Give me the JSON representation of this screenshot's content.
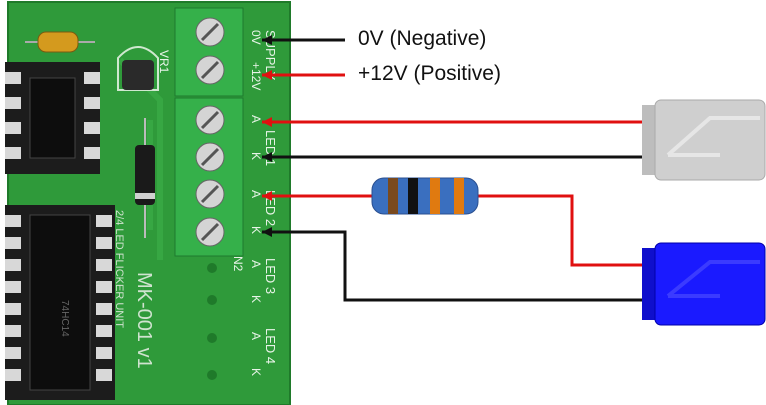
{
  "wiring_labels": {
    "negative": "0V (Negative)",
    "positive": "+12V (Positive)"
  },
  "board": {
    "model": "MK-001 v1",
    "title": "2/4 LED FLICKER UNIT",
    "vr_label": "VR1",
    "supply_label": "SUPPLY",
    "supply_pins": [
      "0V",
      "+12V"
    ],
    "led_blocks": [
      {
        "name": "LED 1",
        "pins": [
          "A",
          "K"
        ]
      },
      {
        "name": "LED 2",
        "pins": [
          "A",
          "K"
        ]
      },
      {
        "name": "LED 3",
        "pins": [
          "A",
          "K"
        ]
      },
      {
        "name": "LED 4",
        "pins": [
          "A",
          "K"
        ]
      }
    ],
    "jumper_label": "N2"
  },
  "leds": [
    {
      "name": "led-1",
      "color": "#cfcfcf"
    },
    {
      "name": "led-2",
      "color": "#1a1aff"
    }
  ],
  "wire_colors": {
    "positive": "#e01010",
    "negative": "#111111"
  },
  "colors": {
    "pcb": "#2f9a3a",
    "terminal": "#35b04a",
    "resistor_body": "#3a6fbf"
  }
}
